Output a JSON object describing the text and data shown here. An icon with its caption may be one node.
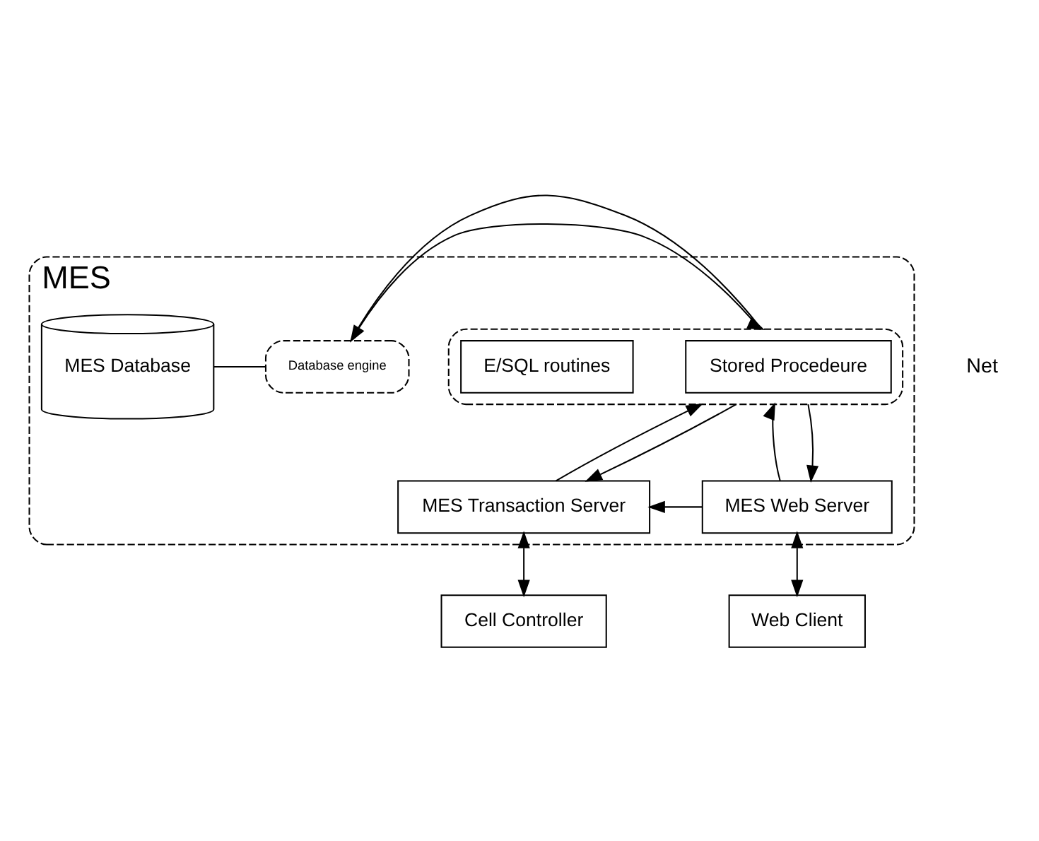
{
  "diagram": {
    "nodes": [
      {
        "text": [
          "MES"
        ]
      },
      {
        "text": [],
        "shape": "box",
        "in": 0
      },
      {
        "text": [
          "Stored Procedeure"
        ],
        "in": 1
      },
      {
        "text": [
          "E/SQL routines"
        ],
        "in": 1
      },
      {
        "text": [
          "Database engine"
        ],
        "in": 0
      },
      {
        "text": [
          "MES Database"
        ],
        "in": 0
      },
      {
        "text": [
          "MES Transaction Server"
        ],
        "in": 0
      },
      {
        "text": [
          "MES Web Server"
        ],
        "in": 0
      },
      {
        "text": [
          "Cell Controller"
        ]
      },
      {
        "text": [
          "Web Client"
        ]
      }
    ],
    "edges": [
      {
        "from": 1,
        "to": 4,
        "arrow": "to"
      },
      {
        "from": 4,
        "to": 1,
        "arrow": "to"
      },
      {
        "from": 4,
        "to": 5,
        "arrow": "none"
      },
      {
        "from": 6,
        "to": 1,
        "arrow": "to"
      },
      {
        "from": 1,
        "to": 6,
        "arrow": "to"
      },
      {
        "from": 7,
        "to": 1,
        "arrow": "to"
      },
      {
        "from": 1,
        "to": 7,
        "arrow": "to"
      },
      {
        "from": 7,
        "to": 6,
        "arrow": "to"
      },
      {
        "from": 6,
        "to": 8,
        "arrow": "both"
      },
      {
        "from": 7,
        "to": 9,
        "arrow": "both"
      }
    ],
    "labels": [
      "Net"
    ]
  }
}
